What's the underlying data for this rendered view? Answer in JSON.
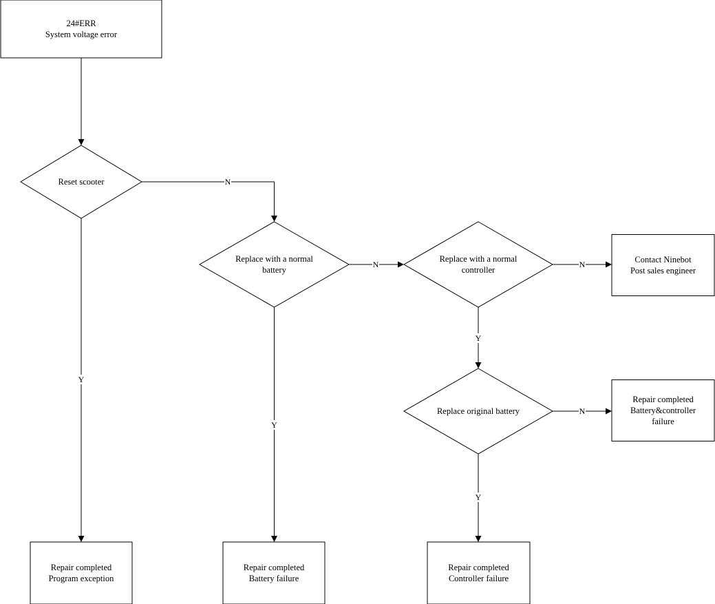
{
  "nodes": {
    "start": {
      "shape": "box",
      "lines": [
        "24#ERR",
        "System voltage error"
      ]
    },
    "reset": {
      "shape": "diamond",
      "lines": [
        "Reset scooter"
      ]
    },
    "battery": {
      "shape": "diamond",
      "lines": [
        "Replace with a normal",
        "battery"
      ]
    },
    "controller": {
      "shape": "diamond",
      "lines": [
        "Replace with a normal",
        "controller"
      ]
    },
    "contact": {
      "shape": "box",
      "lines": [
        "Contact Ninebot",
        "Post sales engineer"
      ]
    },
    "original": {
      "shape": "diamond",
      "lines": [
        "Replace original battery"
      ]
    },
    "bc_failure": {
      "shape": "box",
      "lines": [
        "Repair completed",
        "Battery&controller",
        "failure"
      ]
    },
    "program": {
      "shape": "box",
      "lines": [
        "Repair completed",
        "Program exception"
      ]
    },
    "battery_failure": {
      "shape": "box",
      "lines": [
        "Repair completed",
        "Battery failure"
      ]
    },
    "controller_failure": {
      "shape": "box",
      "lines": [
        "Repair completed",
        "Controller failure"
      ]
    }
  },
  "edges": [
    {
      "id": "start-to-reset",
      "from": "start",
      "to": "reset",
      "label": ""
    },
    {
      "id": "reset-no",
      "from": "reset",
      "to": "battery",
      "label": "N"
    },
    {
      "id": "reset-yes",
      "from": "reset",
      "to": "program",
      "label": "Y"
    },
    {
      "id": "battery-no",
      "from": "battery",
      "to": "controller",
      "label": "N"
    },
    {
      "id": "battery-yes",
      "from": "battery",
      "to": "battery_failure",
      "label": "Y"
    },
    {
      "id": "controller-no",
      "from": "controller",
      "to": "contact",
      "label": "N"
    },
    {
      "id": "controller-yes",
      "from": "controller",
      "to": "original",
      "label": "Y"
    },
    {
      "id": "original-no",
      "from": "original",
      "to": "bc_failure",
      "label": "N"
    },
    {
      "id": "original-yes",
      "from": "original",
      "to": "controller_failure",
      "label": "Y"
    }
  ]
}
